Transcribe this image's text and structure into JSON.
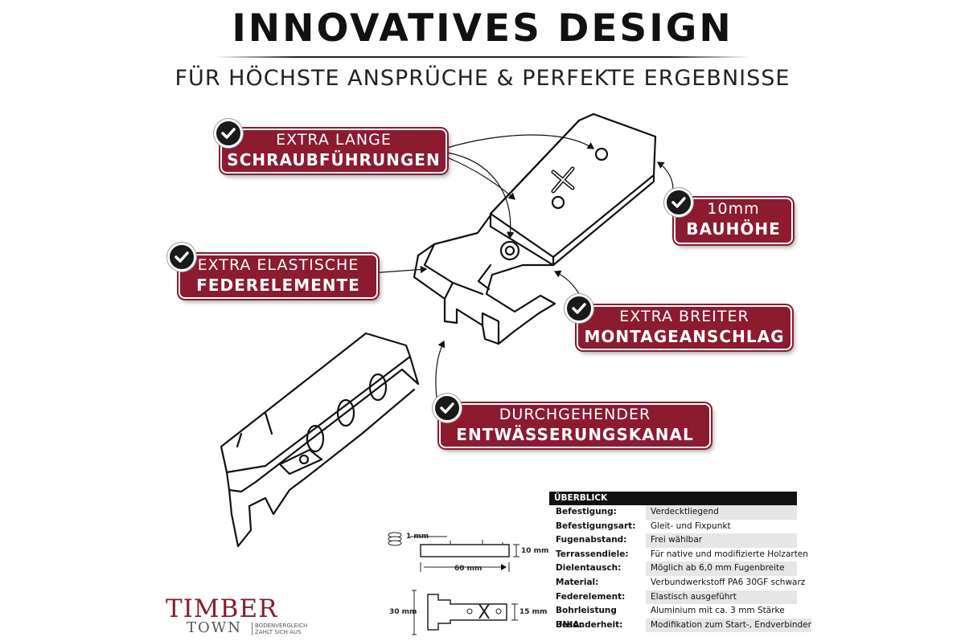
{
  "header": {
    "title": "INNOVATIVES DESIGN",
    "subtitle": "FÜR HÖCHSTE ANSPRÜCHE & PERFEKTE ERGEBNISSE"
  },
  "badges": [
    {
      "line1": "EXTRA LANGE",
      "line2": "SCHRAUBFÜHRUNGEN"
    },
    {
      "line1": "10mm",
      "line2": "BAUHÖHE"
    },
    {
      "line1": "EXTRA ELASTISCHE",
      "line2": "FEDERELEMENTE"
    },
    {
      "line1": "EXTRA BREITER",
      "line2": "MONTAGEANSCHLAG"
    },
    {
      "line1": "DURCHGEHENDER",
      "line2": "ENTWÄSSERUNGSKANAL"
    }
  ],
  "dimensions": {
    "thickness": "1 mm",
    "length": "60 mm",
    "height": "10 mm",
    "width_left": "30 mm",
    "width_right": "15 mm"
  },
  "overview": {
    "heading": "ÜBERBLICK",
    "rows": [
      {
        "key": "Befestigung:",
        "value": "Verdecktliegend"
      },
      {
        "key": "Befestigungsart:",
        "value": "Gleit- und Fixpunkt"
      },
      {
        "key": "Fugenabstand:",
        "value": "Frei wählbar"
      },
      {
        "key": "Terrassendiele:",
        "value": "Für native und modifizierte Holzarten"
      },
      {
        "key": "Dielentausch:",
        "value": "Möglich ab 6,0 mm Fugenbreite"
      },
      {
        "key": "Material:",
        "value": "Verbundwerkstoff PA6 30GF schwarz"
      },
      {
        "key": "Federelement:",
        "value": "Elastisch ausgeführt"
      },
      {
        "key": "Bohrleistung UNIA:",
        "value": "Aluminium mit ca. 3 mm Stärke"
      },
      {
        "key": "Besonderheit:",
        "value": "Modifikation zum Start-, Endverbinder"
      }
    ]
  },
  "logo": {
    "line1": "TIMBER",
    "line2": "TOWN",
    "tagline1": "BODENVERGLEICH",
    "tagline2": "ZAHLT SICH AUS"
  },
  "colors": {
    "accent": "#8c1b30",
    "text": "#111111"
  }
}
